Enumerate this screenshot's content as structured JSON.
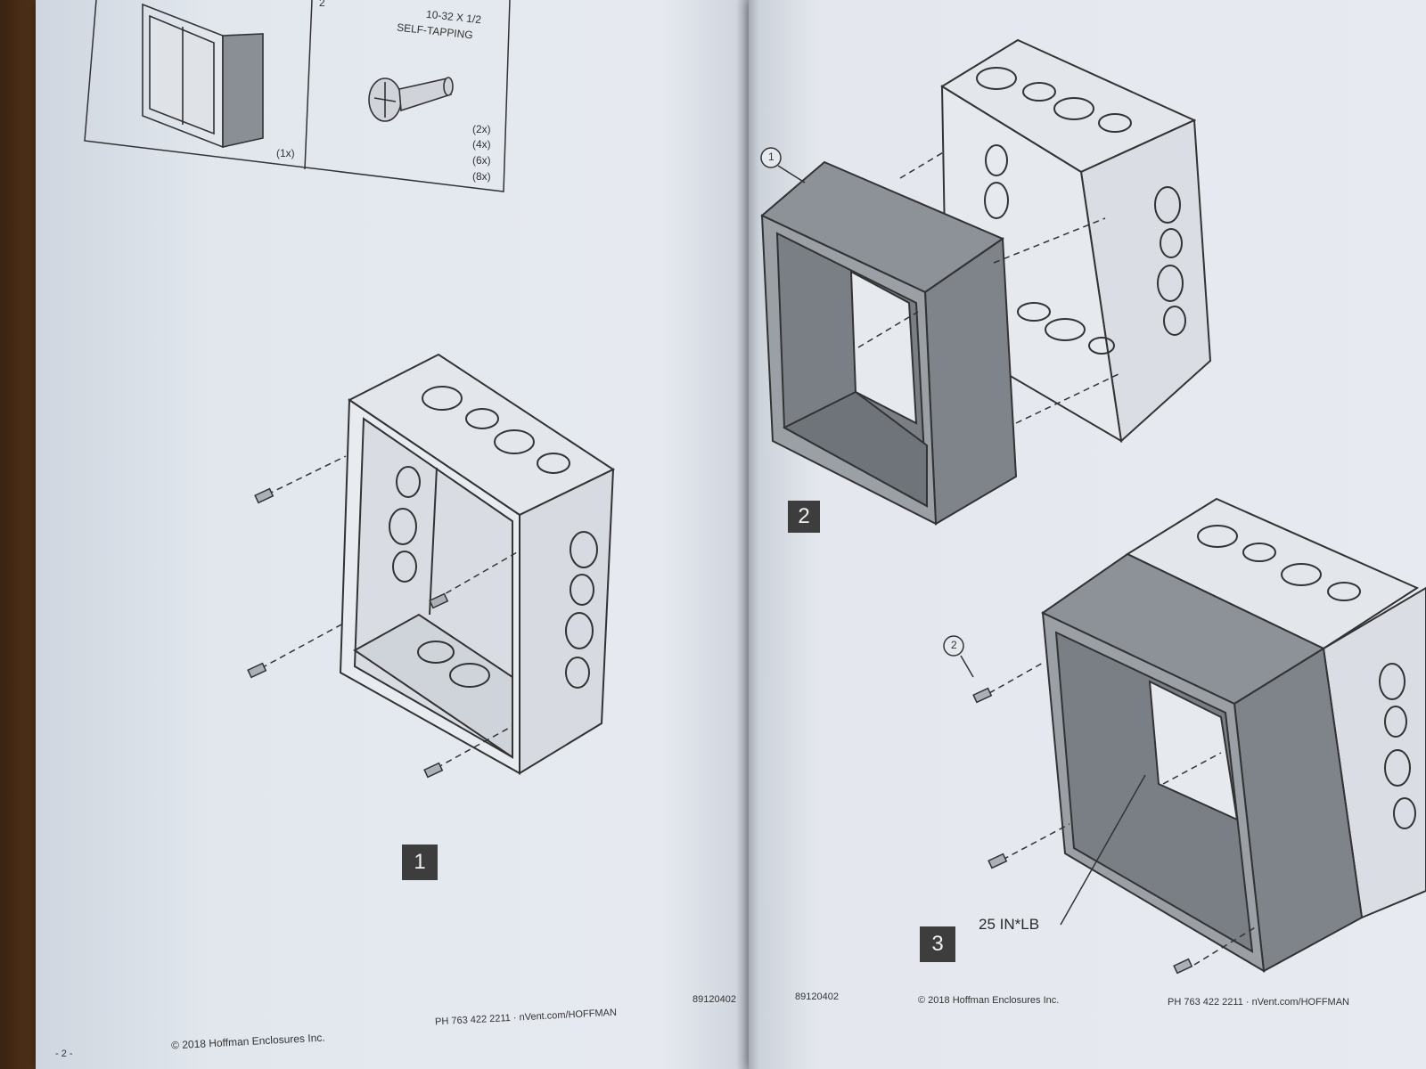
{
  "parts_table": {
    "item2_header": "2",
    "item1_qty": "(1x)",
    "screw_spec_line1": "10-32 X 1/2",
    "screw_spec_line2": "SELF-TAPPING",
    "screw_qty": [
      "(2x)",
      "(4x)",
      "(6x)",
      "(8x)"
    ]
  },
  "steps": {
    "step1": "1",
    "step2": "2",
    "step3": "3"
  },
  "callouts": {
    "callout1": "1",
    "callout2": "2",
    "torque": "25 IN*LB"
  },
  "left_footer": {
    "page_number": "- 2 -",
    "copyright": "© 2018 Hoffman Enclosures Inc.",
    "contact": "PH 763 422 2211  ·  nVent.com/HOFFMAN",
    "doc_number": "89120402"
  },
  "right_footer": {
    "doc_number": "89120402",
    "copyright": "© 2018 Hoffman Enclosures Inc.",
    "contact": "PH 763 422 2211  ·  nVent.com/HOFFMAN"
  }
}
